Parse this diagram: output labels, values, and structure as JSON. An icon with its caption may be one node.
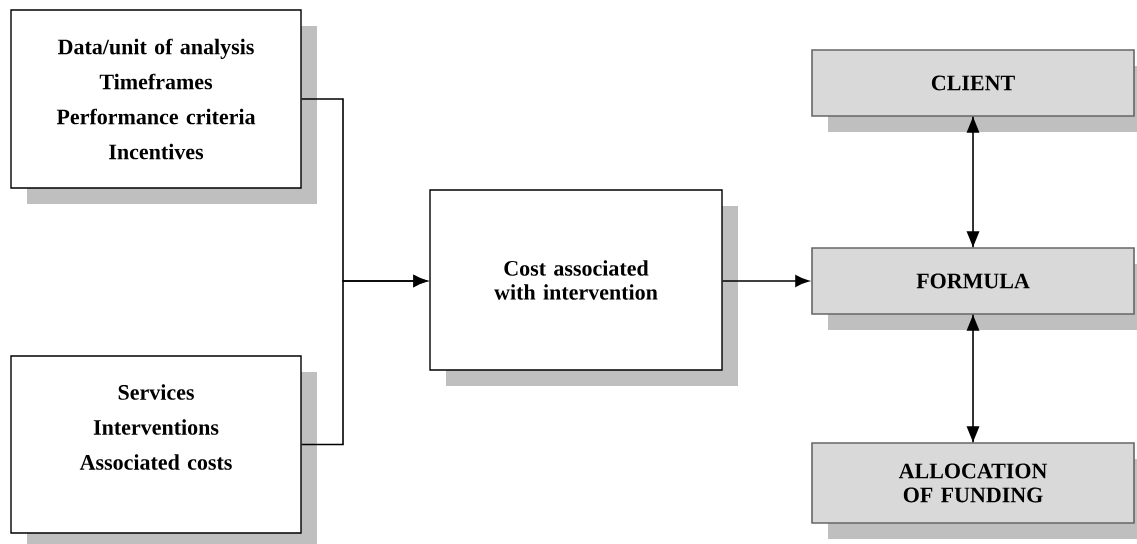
{
  "diagram": {
    "nodes": [
      {
        "text": [
          "Data/unit of analysis",
          "Timeframes",
          "Performance criteria",
          "Incentives"
        ]
      },
      {
        "text": [
          "Services",
          "Interventions",
          "Associated costs"
        ]
      },
      {
        "text": [
          "Cost associated with intervention"
        ]
      },
      {
        "text": [
          "CLIENT"
        ]
      },
      {
        "text": [
          "FORMULA"
        ]
      },
      {
        "text": [
          "ALLOCATION OF FUNDING"
        ]
      }
    ],
    "edges": [
      {
        "from": 0,
        "to": 2,
        "arrow": "to"
      },
      {
        "from": 1,
        "to": 2,
        "arrow": "to"
      },
      {
        "from": 2,
        "to": 4,
        "arrow": "to"
      },
      {
        "from": 3,
        "to": 4,
        "arrow": "both"
      },
      {
        "from": 4,
        "to": 5,
        "arrow": "both"
      }
    ]
  }
}
